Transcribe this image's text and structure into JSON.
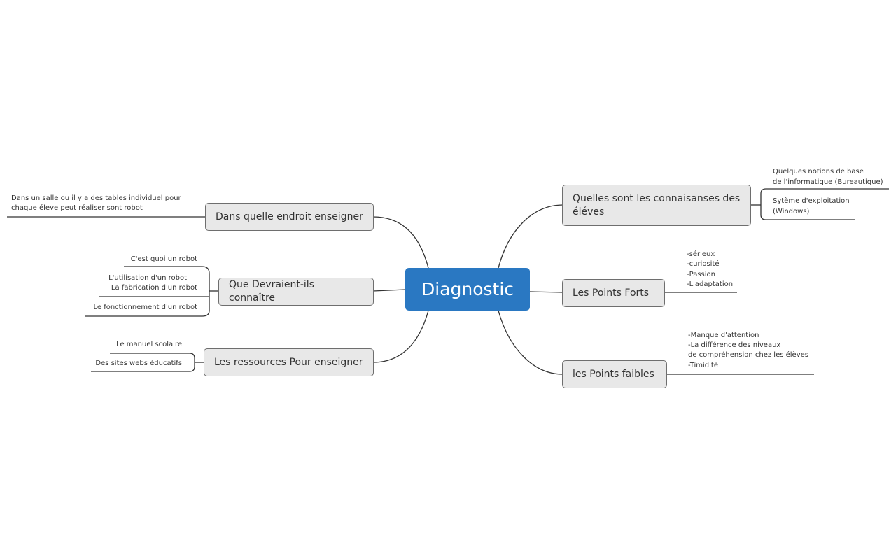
{
  "center": {
    "label": "Diagnostic"
  },
  "left": {
    "lieu": {
      "label": "Dans quelle endroit enseigner",
      "leaves": [
        "Dans un salle ou il y a des tables individuel pour",
        "chaque éleve peut réaliser sont robot"
      ]
    },
    "connaitre": {
      "label": "Que Devraient-ils connaître",
      "leaves": [
        "C'est quoi un robot",
        "L'utilisation d'un robot",
        "La fabrication d'un robot",
        "Le fonctionnement d'un robot"
      ]
    },
    "ressources": {
      "label": "Les ressources Pour enseigner",
      "leaves": [
        "Le manuel scolaire",
        "Des sites webs éducatifs"
      ]
    }
  },
  "right": {
    "connaissances": {
      "label": "Quelles sont les connaisanses des éléves",
      "leaves": [
        "Quelques notions de base",
        "de l'informatique (Bureautique)",
        "Sytème d'exploitation",
        "(Windows)"
      ]
    },
    "forts": {
      "label": "Les Points Forts",
      "leaves": [
        "-sérieux",
        "-curiosité",
        "-Passion",
        "-L'adaptation"
      ]
    },
    "faibles": {
      "label": "les Points faibles",
      "leaves": [
        "-Manque d'attention",
        "-La différence des niveaux",
        "de compréhension chez les élèves",
        "-Timidité"
      ]
    }
  },
  "colors": {
    "center": "#2a78c2",
    "branch_fill": "#e8e8e8",
    "branch_border": "#6e6e6e",
    "line": "#333333"
  }
}
